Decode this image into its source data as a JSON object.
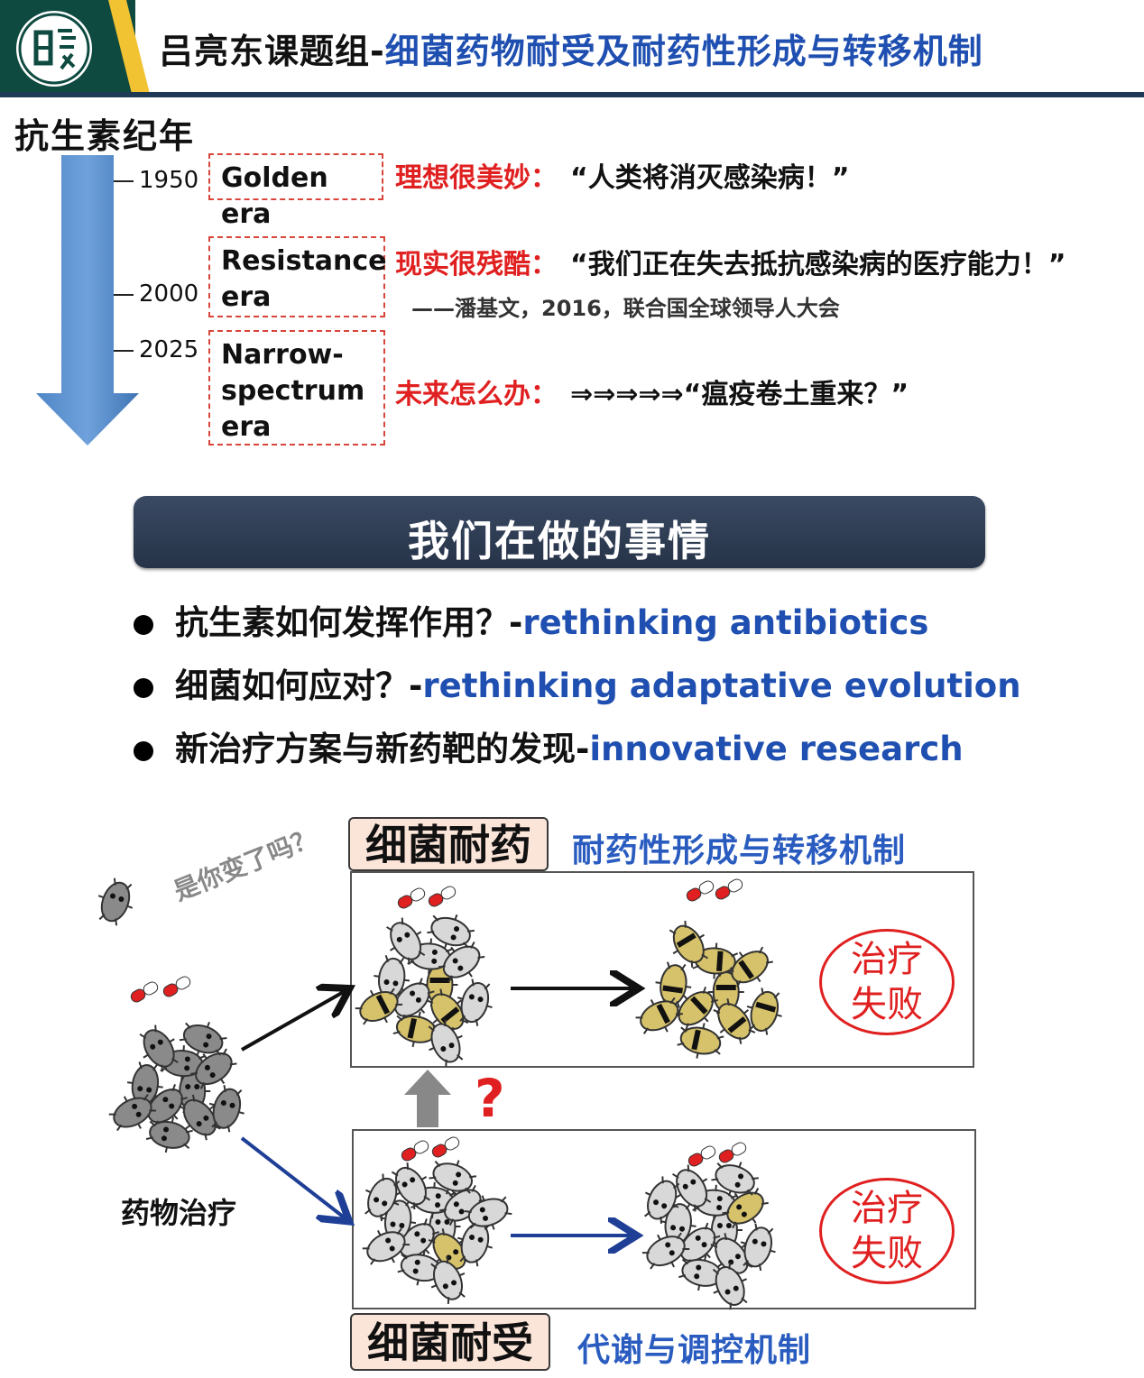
{
  "header": {
    "title_black": "吕亮东课题组-",
    "title_blue": "细菌药物耐受及耐药性形成与转移机制",
    "logo_icon": "lab-logo-icon"
  },
  "timeline": {
    "heading": "抗生素纪年",
    "years": [
      "1950",
      "2000",
      "2025"
    ],
    "eras": [
      {
        "label": "Golden era",
        "prefix": "理想很美妙：",
        "quote": "“人类将消灭感染病！”"
      },
      {
        "label": "Resistance era",
        "prefix": "现实很残酷：",
        "quote": "“我们正在失去抵抗感染病的医疗能力！”"
      },
      {
        "label": "Narrow-spectrum era",
        "prefix": "未来怎么办：",
        "quote": "⇒⇒⇒⇒⇒“瘟疫卷土重来？”"
      }
    ],
    "quote_source": "——潘基文，2016，联合国全球领导人大会"
  },
  "section": {
    "banner": "我们在做的事情",
    "bullets": [
      {
        "zh": "抗生素如何发挥作用？-",
        "en": "rethinking antibiotics"
      },
      {
        "zh": "细菌如何应对？-",
        "en": "rethinking adaptative evolution"
      },
      {
        "zh": "新治疗方案与新药靶的发现-",
        "en": "innovative research"
      }
    ]
  },
  "diagram": {
    "top_label": "细菌耐药",
    "top_desc": "耐药性形成与转移机制",
    "bottom_label": "细菌耐受",
    "bottom_desc": "代谢与调控机制",
    "bubble": "是你变了吗？",
    "treatment": "药物治疗",
    "question": "?",
    "fail_top": [
      "治疗",
      "失败"
    ],
    "fail_bottom": [
      "治疗",
      "失败"
    ],
    "colors": {
      "accent_blue": "#1f4fb0",
      "alert_red": "#e02020",
      "banner": "#2e3c55",
      "label_bg": "#fbe4d8"
    }
  }
}
